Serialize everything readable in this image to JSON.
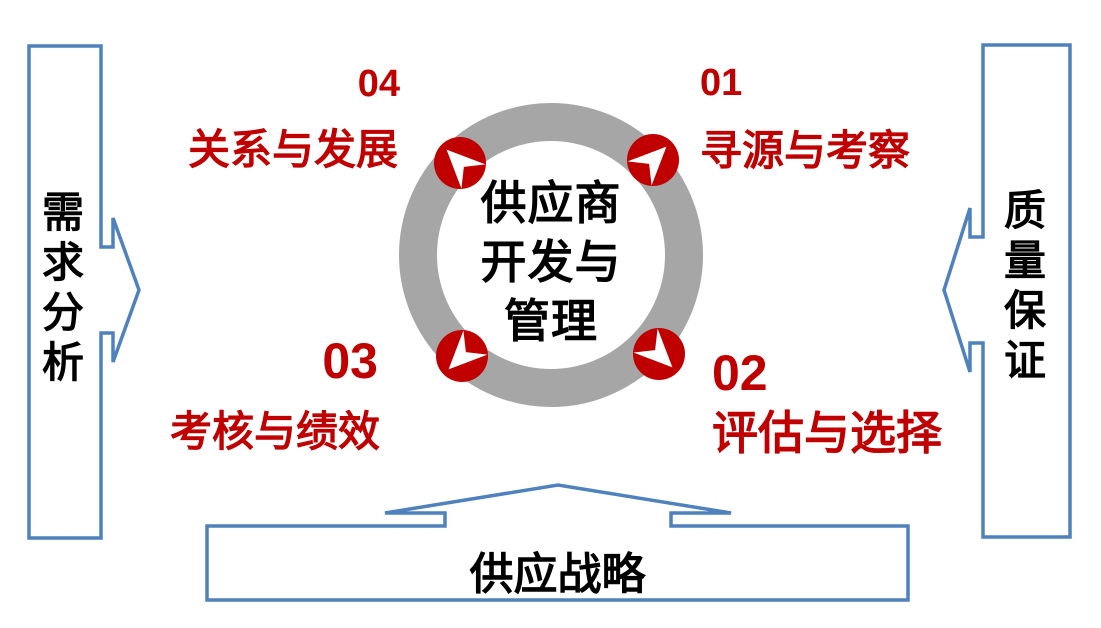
{
  "slide": {
    "center_circle": {
      "full_title": "供应商开发与管理",
      "lines": [
        "供应商",
        "开发与",
        "管理"
      ]
    },
    "left_arrow": {
      "label": "需求分析"
    },
    "right_arrow": {
      "label": "质量保证"
    },
    "bottom_arrow": {
      "label": "供应战略"
    },
    "quadrants": [
      {
        "number": "01",
        "label": "寻源与考察",
        "icon": "turn-arrow-ne-icon"
      },
      {
        "number": "02",
        "label": "评估与选择",
        "icon": "turn-arrow-se-icon"
      },
      {
        "number": "03",
        "label": "考核与绩效",
        "icon": "turn-arrow-sw-icon"
      },
      {
        "number": "04",
        "label": "关系与发展",
        "icon": "turn-arrow-nw-icon"
      }
    ],
    "colors": {
      "accent_red": "#C00000",
      "ring_gray": "#A6A6A6",
      "outline_blue": "#4F81BD",
      "text_black": "#000000"
    }
  }
}
